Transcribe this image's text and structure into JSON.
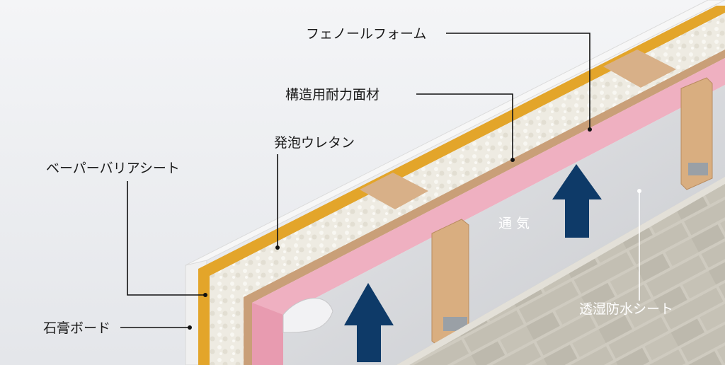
{
  "labels": {
    "phenolic_foam": "フェノールフォーム",
    "structural_panel": "構造用耐力面材",
    "urethane_foam": "発泡ウレタン",
    "paper_barrier": "ベーパーバリアシート",
    "gypsum_board": "石膏ボード",
    "ventilation": "通 気",
    "moisture_sheet": "透湿防水シート"
  },
  "colors": {
    "gypsum": "#f2f2f2",
    "paper_barrier": "#e8a92c",
    "urethane": "#efece3",
    "structural_panel": "#d3aa83",
    "phenolic_foam": "#efb0c1",
    "moisture_sheet": "#d8d9dc",
    "furring_strip": "#d6ac7e",
    "arrow": "#0e3a68",
    "brick": "#c9c6bb"
  }
}
